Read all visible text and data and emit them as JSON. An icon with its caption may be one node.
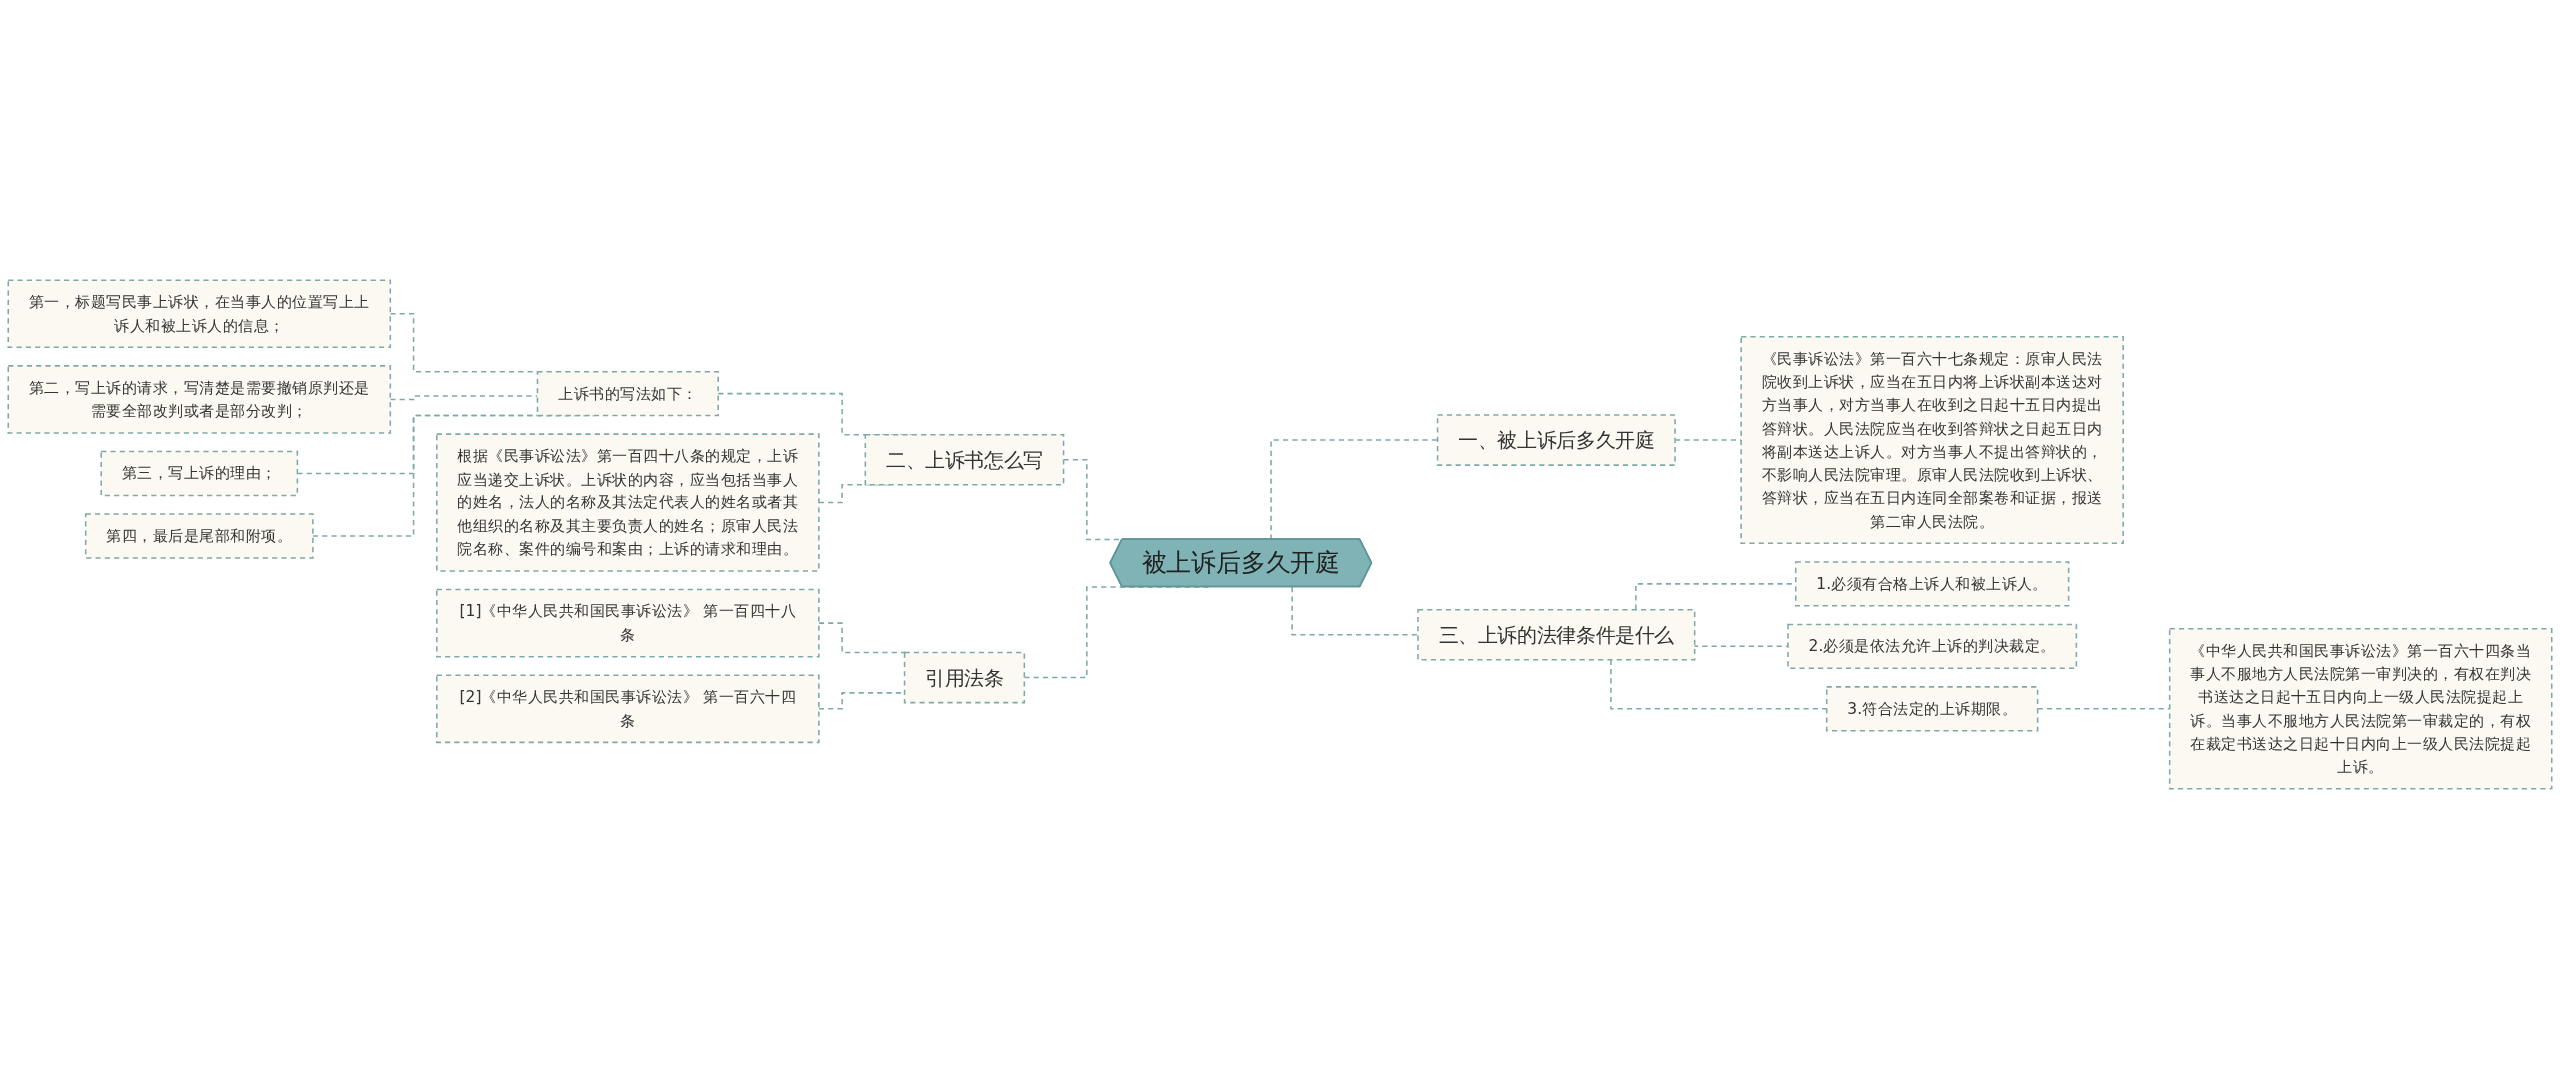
{
  "diagram": {
    "nodes": [
      {
        "text": [
          "被上诉后多久开庭"
        ]
      },
      {
        "text": [
          "二、上诉书怎么写"
        ]
      },
      {
        "text": [
          "上诉书的写法如下："
        ]
      },
      {
        "text": [
          "第一，标题写民事上诉状，在当事人的位置写上上诉人和被上诉人的信息；"
        ]
      },
      {
        "text": [
          "第二，写上诉的请求，写清楚是需要撤销原判还是需要全部改判或者是部分改判；"
        ]
      },
      {
        "text": [
          "第三，写上诉的理由；"
        ]
      },
      {
        "text": [
          "第四，最后是尾部和附项。"
        ]
      },
      {
        "text": [
          "根据《民事诉讼法》第一百四十八条的规定，上诉应当递交上诉状。上诉状的内容，应当包括当事人的姓名，法人的名称及其法定代表人的姓名或者其他组织的名称及其主要负责人的姓名；原审人民法院名称、案件的编号和案由；上诉的请求和理由。"
        ]
      },
      {
        "text": [
          "引用法条"
        ]
      },
      {
        "text": [
          "[1]《中华人民共和国民事诉讼法》 第一百四十八条"
        ]
      },
      {
        "text": [
          "[2]《中华人民共和国民事诉讼法》 第一百六十四条"
        ]
      },
      {
        "text": [
          "一、被上诉后多久开庭"
        ]
      },
      {
        "text": [
          "《民事诉讼法》第一百六十七条规定：原审人民法院收到上诉状，应当在五日内将上诉状副本送达对方当事人，对方当事人在收到之日起十五日内提出答辩状。人民法院应当在收到答辩状之日起五日内将副本送达上诉人。对方当事人不提出答辩状的，不影响人民法院审理。原审人民法院收到上诉状、答辩状，应当在五日内连同全部案卷和证据，报送第二审人民法院。"
        ]
      },
      {
        "text": [
          "三、上诉的法律条件是什么"
        ]
      },
      {
        "text": [
          "1.必须有合格上诉人和被上诉人。"
        ]
      },
      {
        "text": [
          "2.必须是依法允许上诉的判决裁定。"
        ]
      },
      {
        "text": [
          "3.符合法定的上诉期限。"
        ]
      },
      {
        "text": [
          "《中华人民共和国民事诉讼法》第一百六十四条当事人不服地方人民法院第一审判决的，有权在判决书送达之日起十五日内向上一级人民法院提起上诉。当事人不服地方人民法院第一审裁定的，有权在裁定书送达之日起十日内向上一级人民法院提起上诉。"
        ]
      }
    ],
    "edges": [
      {
        "from": 1,
        "to": 0,
        "arrow": "none",
        "style": "dashed"
      },
      {
        "from": 2,
        "to": 1,
        "arrow": "none",
        "style": "dashed"
      },
      {
        "from": 3,
        "to": 2,
        "arrow": "none",
        "style": "dashed"
      },
      {
        "from": 4,
        "to": 2,
        "arrow": "none",
        "style": "dashed"
      },
      {
        "from": 5,
        "to": 2,
        "arrow": "none",
        "style": "dashed"
      },
      {
        "from": 6,
        "to": 2,
        "arrow": "none",
        "style": "dashed"
      },
      {
        "from": 7,
        "to": 1,
        "arrow": "none",
        "style": "dashed"
      },
      {
        "from": 8,
        "to": 0,
        "arrow": "none",
        "style": "dashed"
      },
      {
        "from": 9,
        "to": 8,
        "arrow": "none",
        "style": "dashed"
      },
      {
        "from": 10,
        "to": 8,
        "arrow": "none",
        "style": "dashed"
      },
      {
        "from": 0,
        "to": 11,
        "arrow": "none",
        "style": "dashed"
      },
      {
        "from": 11,
        "to": 12,
        "arrow": "none",
        "style": "dashed"
      },
      {
        "from": 0,
        "to": 13,
        "arrow": "none",
        "style": "dashed"
      },
      {
        "from": 13,
        "to": 14,
        "arrow": "none",
        "style": "dashed"
      },
      {
        "from": 13,
        "to": 15,
        "arrow": "none",
        "style": "dashed"
      },
      {
        "from": 13,
        "to": 16,
        "arrow": "none",
        "style": "dashed"
      },
      {
        "from": 16,
        "to": 17,
        "arrow": "none",
        "style": "dashed"
      }
    ]
  }
}
